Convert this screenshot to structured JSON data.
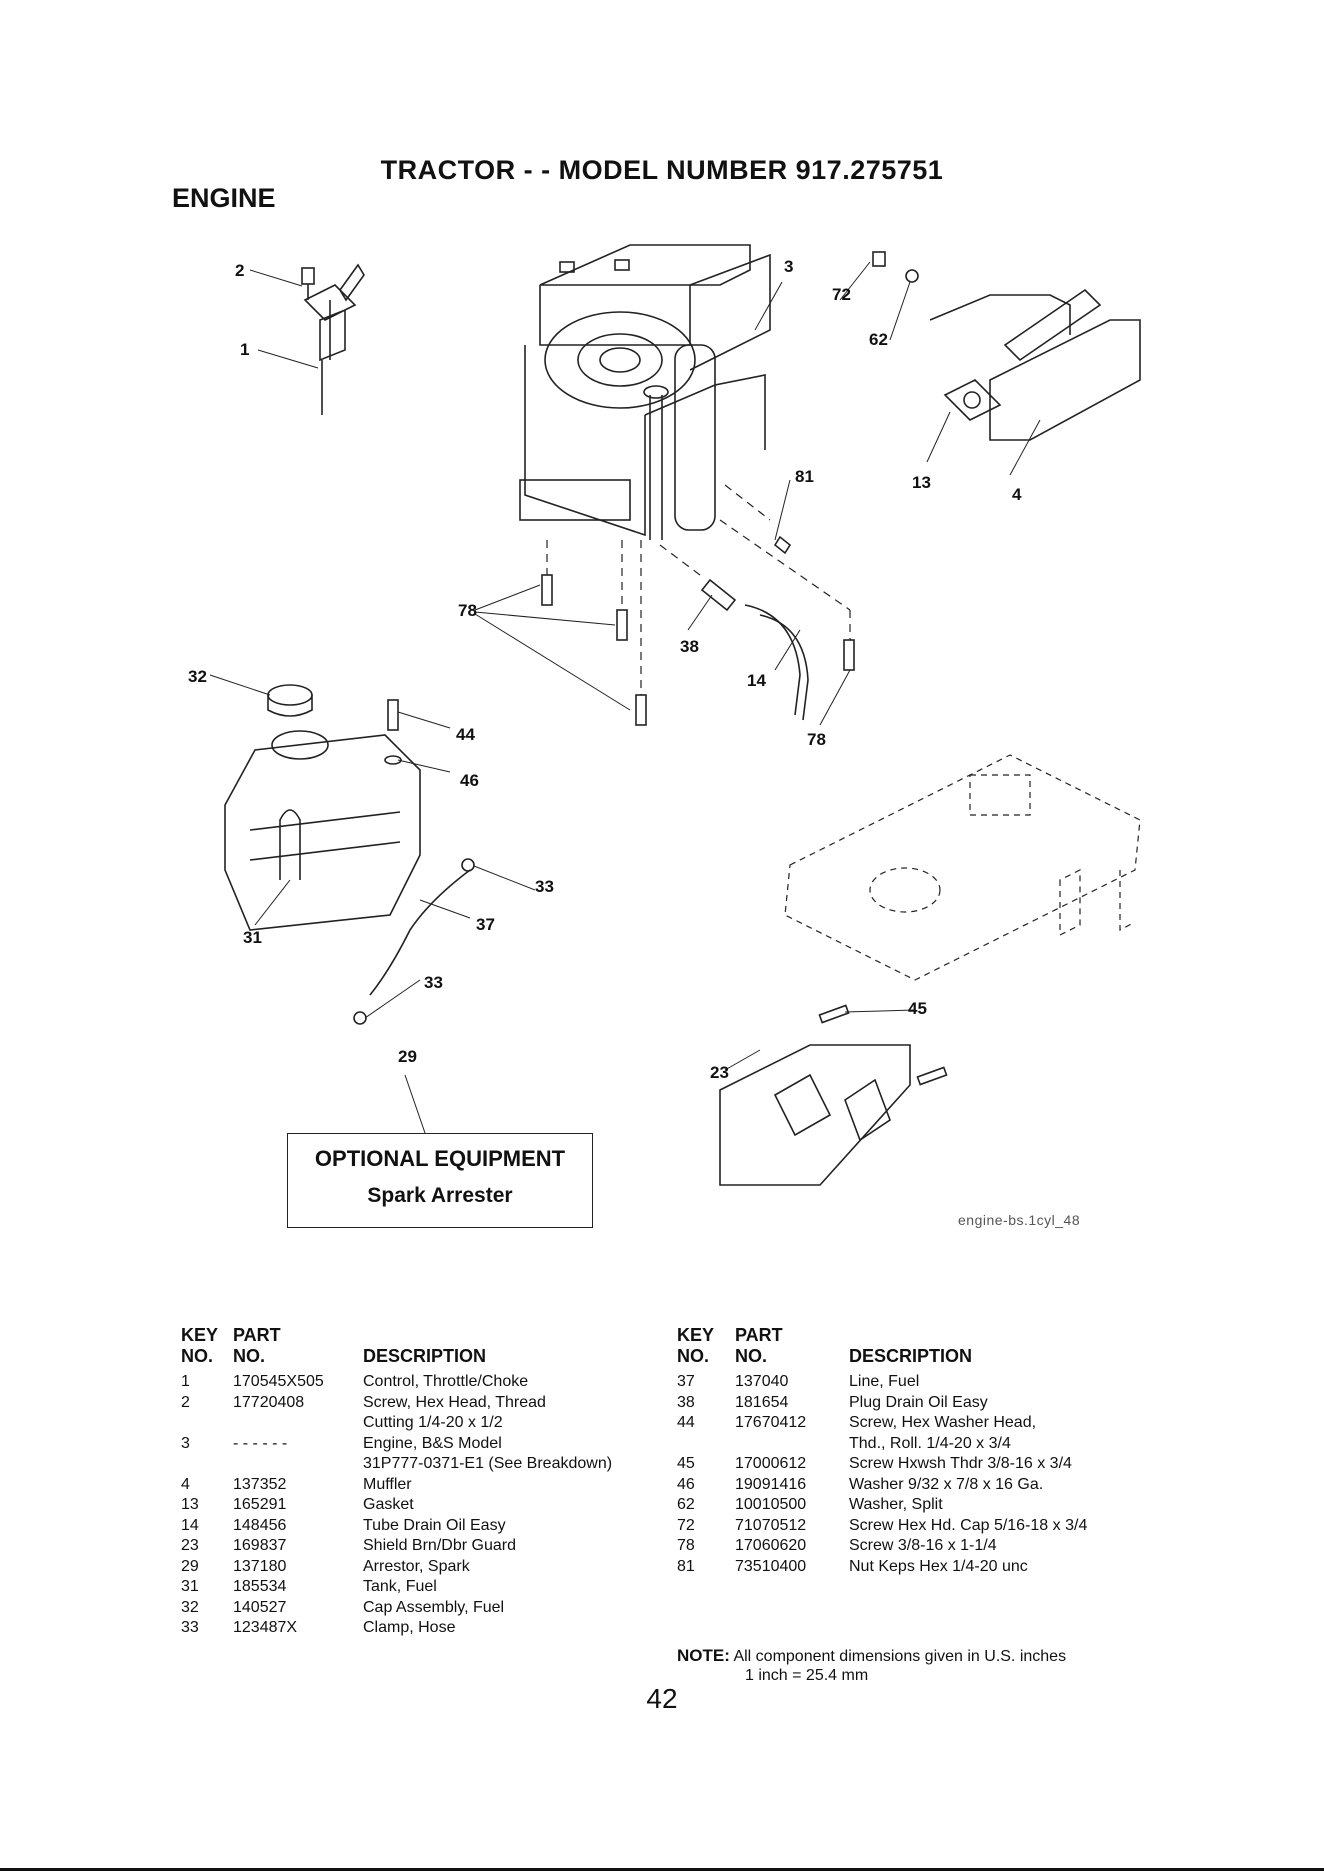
{
  "header": {
    "model_title": "TRACTOR - - MODEL NUMBER 917.275751",
    "section_title": "ENGINE"
  },
  "diagram": {
    "callouts": [
      "2",
      "1",
      "3",
      "72",
      "62",
      "13",
      "4",
      "81",
      "78",
      "38",
      "14",
      "78",
      "32",
      "44",
      "46",
      "33",
      "37",
      "31",
      "33",
      "29",
      "45",
      "23"
    ],
    "optional_equipment_title": "OPTIONAL EQUIPMENT",
    "optional_equipment_item": "Spark Arrester",
    "figure_ref": "engine-bs.1cyl_48"
  },
  "parts_table": {
    "headers": {
      "key_line1": "KEY",
      "key_line2": "NO.",
      "part_line1": "PART",
      "part_line2": "NO.",
      "description": "DESCRIPTION"
    },
    "left": [
      {
        "key": "1",
        "part": "170545X505",
        "desc": "Control, Throttle/Choke"
      },
      {
        "key": "2",
        "part": "17720408",
        "desc": "Screw, Hex Head, Thread"
      },
      {
        "key": "",
        "part": "",
        "desc": "Cutting 1/4-20 x 1/2"
      },
      {
        "key": "3",
        "part": "- - - - - -",
        "desc": "Engine, B&S Model"
      },
      {
        "key": "",
        "part": "",
        "desc": "31P777-0371-E1 (See Breakdown)"
      },
      {
        "key": "4",
        "part": "137352",
        "desc": "Muffler"
      },
      {
        "key": "13",
        "part": "165291",
        "desc": "Gasket"
      },
      {
        "key": "14",
        "part": "148456",
        "desc": "Tube Drain Oil Easy"
      },
      {
        "key": "23",
        "part": "169837",
        "desc": "Shield Brn/Dbr Guard"
      },
      {
        "key": "29",
        "part": "137180",
        "desc": "Arrestor, Spark"
      },
      {
        "key": "31",
        "part": "185534",
        "desc": "Tank, Fuel"
      },
      {
        "key": "32",
        "part": "140527",
        "desc": "Cap Assembly, Fuel"
      },
      {
        "key": "33",
        "part": "123487X",
        "desc": "Clamp, Hose"
      }
    ],
    "right": [
      {
        "key": "37",
        "part": "137040",
        "desc": "Line, Fuel"
      },
      {
        "key": "38",
        "part": "181654",
        "desc": "Plug Drain Oil Easy"
      },
      {
        "key": "44",
        "part": "17670412",
        "desc": "Screw, Hex Washer Head,"
      },
      {
        "key": "",
        "part": "",
        "desc": "Thd., Roll. 1/4-20 x 3/4"
      },
      {
        "key": "45",
        "part": "17000612",
        "desc": "Screw Hxwsh Thdr 3/8-16 x 3/4"
      },
      {
        "key": "46",
        "part": "19091416",
        "desc": "Washer  9/32 x 7/8 x 16 Ga."
      },
      {
        "key": "62",
        "part": "10010500",
        "desc": "Washer, Split"
      },
      {
        "key": "72",
        "part": "71070512",
        "desc": "Screw Hex Hd. Cap 5/16-18 x 3/4"
      },
      {
        "key": "78",
        "part": "17060620",
        "desc": "Screw 3/8-16 x 1-1/4"
      },
      {
        "key": "81",
        "part": "73510400",
        "desc": "Nut Keps Hex 1/4-20 unc"
      }
    ]
  },
  "note": {
    "label": "NOTE:",
    "line1": "All component dimensions given in U.S. inches",
    "line2": "1 inch = 25.4 mm"
  },
  "page_number": "42"
}
